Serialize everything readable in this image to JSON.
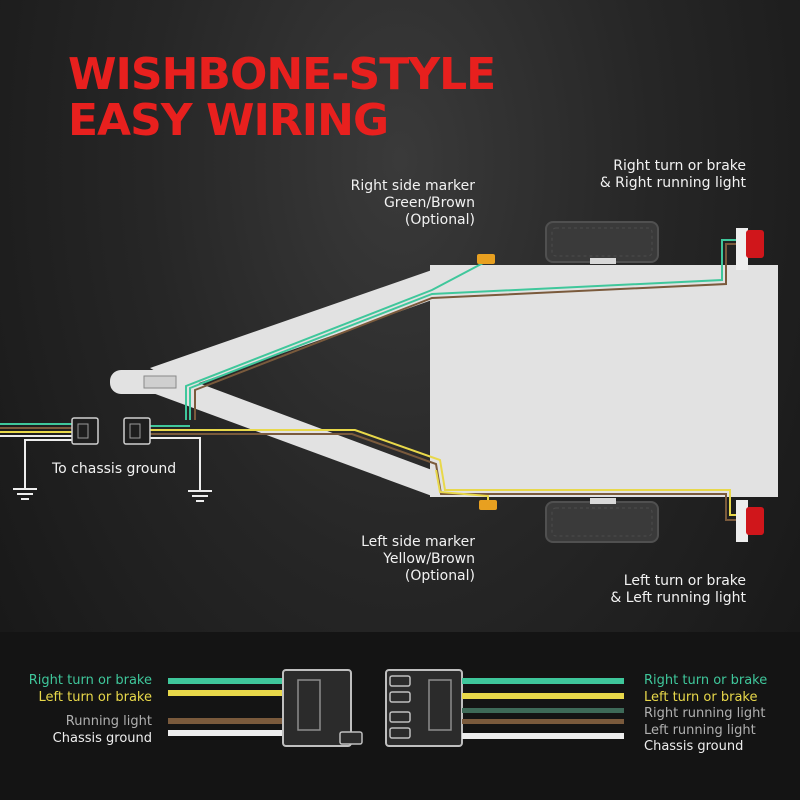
{
  "title": {
    "line1": "WISHBONE-STYLE",
    "line2": "EASY WIRING"
  },
  "colors": {
    "title": "#e8201e",
    "green": "#3fc79b",
    "yellow": "#e8d84a",
    "brown": "#7a5a3c",
    "white": "#eeeeee",
    "marker_amber": "#e8a020",
    "lamp_red": "#d0161b",
    "trailer_body": "#e2e2e2"
  },
  "labels": {
    "right_marker": [
      "Right side marker",
      "Green/Brown",
      "(Optional)"
    ],
    "left_marker": [
      "Left side marker",
      "Yellow/Brown",
      "(Optional)"
    ],
    "right_light": [
      "Right turn or brake",
      "& Right running light"
    ],
    "left_light": [
      "Left turn or brake",
      "& Left running light"
    ],
    "chassis_ground": "To chassis ground"
  },
  "legend_left": [
    {
      "text": "Right turn or brake",
      "color": "#3fc79b"
    },
    {
      "text": "Left turn or brake",
      "color": "#e8d84a"
    },
    {
      "text": "Running light",
      "color": "#b0b0b0"
    },
    {
      "text": "Chassis ground",
      "color": "#eeeeee"
    }
  ],
  "legend_right": [
    {
      "text": "Right turn or brake",
      "color": "#3fc79b"
    },
    {
      "text": "Left turn or brake",
      "color": "#e8d84a"
    },
    {
      "text": "Right running light",
      "color": "#b0b0b0"
    },
    {
      "text": "Left running light",
      "color": "#b0b0b0"
    },
    {
      "text": "Chassis ground",
      "color": "#eeeeee"
    }
  ],
  "icons": {
    "ground": "ground-symbol-icon",
    "connector_4way": "four-way-connector-icon",
    "tire": "tire-icon",
    "marker": "side-marker-light-icon",
    "tail": "tail-light-icon"
  }
}
